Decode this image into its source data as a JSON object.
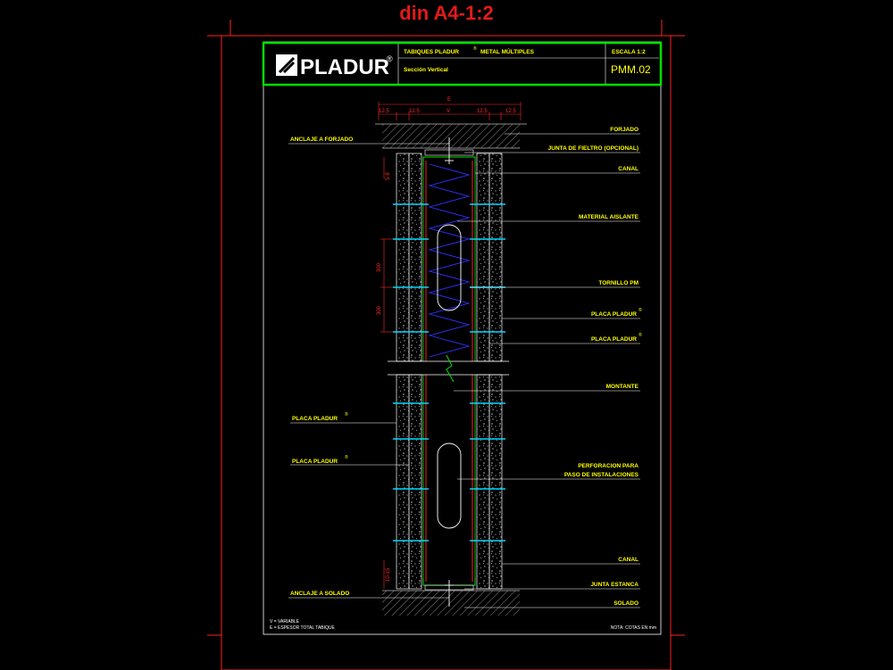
{
  "sheet": {
    "title": "din A4-1:2"
  },
  "title_block": {
    "brand": "PLADUR",
    "registered": "®",
    "system_title": "TABIQUES PLADUR",
    "system_title_suffix": "METAL MÚLTIPLES",
    "subtitle": "Sección Vertical",
    "scale_label": "ESCALA 1:2",
    "drawing_code": "PMM.02"
  },
  "dimensions": {
    "total": "E",
    "segments": [
      "12.5",
      "12.5",
      "V",
      "12.5",
      "12.5"
    ],
    "top_gap": "5-8",
    "spacing_1": "300",
    "spacing_2": "300",
    "bottom_gap": "10-15"
  },
  "callouts_right": [
    "FORJADO",
    "JUNTA DE FIELTRO (OPCIONAL)",
    "CANAL",
    "MATERIAL AISLANTE",
    "TORNILLO PM",
    "PLACA PLADUR",
    "PLACA PLADUR",
    "MONTANTE",
    "PERFORACION PARA",
    "PASO DE INSTALACIONES",
    "CANAL",
    "JUNTA ESTANCA",
    "SOLADO"
  ],
  "callouts_left": [
    "ANCLAJE A FORJADO",
    "PLACA PLADUR",
    "PLACA PLADUR",
    "ANCLAJE A SOLADO"
  ],
  "notes": [
    "V = VARIABLE",
    "E = ESPESOR TOTAL TABIQUE"
  ],
  "note_right": "NOTA: COTAS EN mm",
  "colors": {
    "frame": "#ff2020",
    "title_block": "#00e000",
    "text": "#ffff00",
    "dimension": "#ff2a2a",
    "screw": "#00d8ff",
    "insulation": "#3030ff"
  }
}
